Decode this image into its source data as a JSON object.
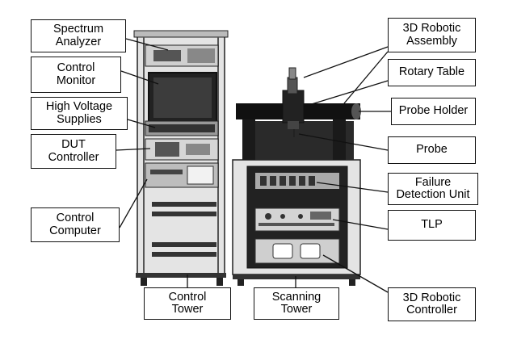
{
  "labels": {
    "spectrum_analyzer": "Spectrum\nAnalyzer",
    "control_monitor": "Control\nMonitor",
    "high_voltage_supplies": "High Voltage\nSupplies",
    "dut_controller": "DUT\nController",
    "control_computer": "Control\nComputer",
    "robotic_assembly": "3D Robotic\nAssembly",
    "rotary_table": "Rotary Table",
    "probe_holder": "Probe Holder",
    "probe": "Probe",
    "failure_detection_unit": "Failure\nDetection Unit",
    "tlp": "TLP",
    "robotic_controller": "3D Robotic\nController",
    "control_tower": "Control\nTower",
    "scanning_tower": "Scanning\nTower"
  },
  "colors": {
    "line": "#111111",
    "equipment_dark": "#1a1a1a",
    "equipment_mid": "#7a7a7a",
    "equipment_light": "#d8d8d8"
  }
}
